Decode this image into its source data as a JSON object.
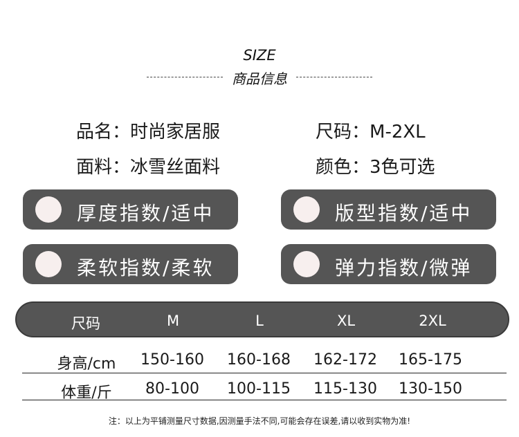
{
  "header": {
    "title": "SIZE",
    "subtitle": "商品信息"
  },
  "info": {
    "name_label": "品名：",
    "name_value": "时尚家居服",
    "size_label": "尺码：",
    "size_value": "M-2XL",
    "fabric_label": "面料：",
    "fabric_value": "冰雪丝面料",
    "color_label": "颜色：",
    "color_value": "3色可选"
  },
  "indices": [
    {
      "label": "厚度指数/适中"
    },
    {
      "label": "版型指数/适中"
    },
    {
      "label": "柔软指数/柔软"
    },
    {
      "label": "弹力指数/微弹"
    }
  ],
  "size_table": {
    "headers": [
      "尺码",
      "M",
      "L",
      "XL",
      "2XL"
    ],
    "rows": [
      [
        "身高/cm",
        "150-160",
        "160-168",
        "162-172",
        "165-175"
      ],
      [
        "体重/斤",
        "80-100",
        "100-115",
        "115-130",
        "130-150"
      ]
    ]
  },
  "footnote": "注：以上为平铺测量尺寸数据,因测量手法不同,可能会存在误差,请以收到实物为准!",
  "colors": {
    "pill_bg": "#555555",
    "dot": "#f7efee",
    "text": "#1a1a1a"
  }
}
